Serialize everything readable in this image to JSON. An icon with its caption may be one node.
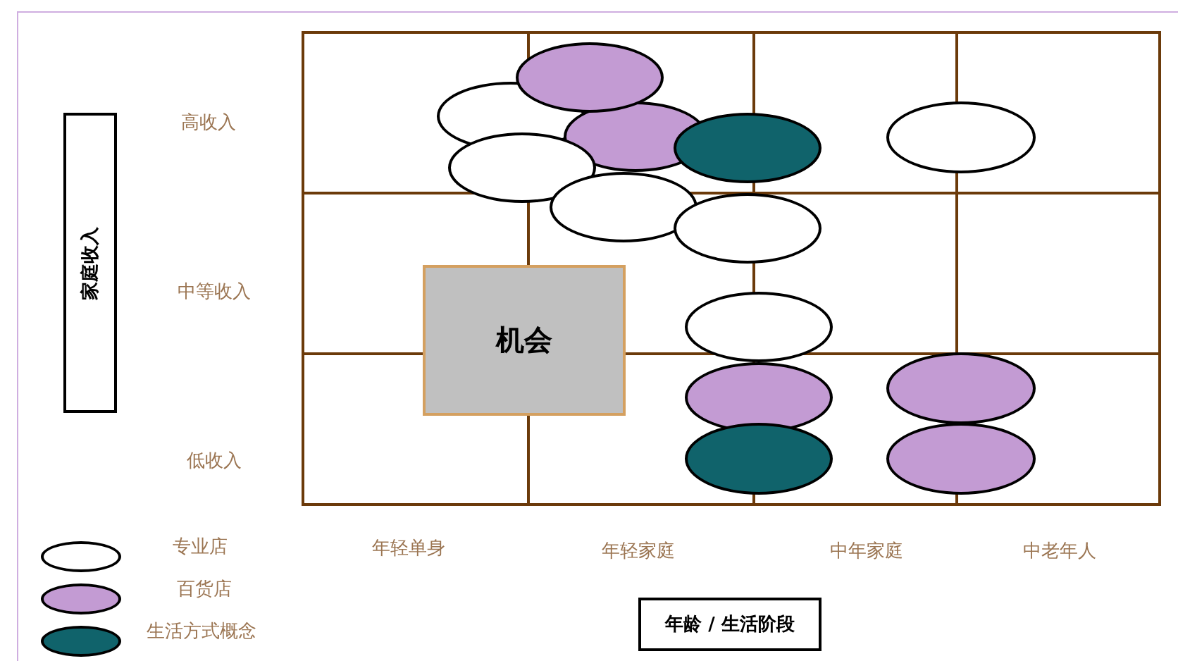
{
  "diagram": {
    "nodes": [
      {
        "text": [
          "家庭收入"
        ]
      },
      {
        "text": [
          "年龄 / 生活阶段"
        ]
      },
      {
        "text": [
          "机会"
        ]
      },
      {
        "text": [],
        "shape": "ellipse"
      },
      {
        "text": [],
        "shape": "ellipse"
      },
      {
        "text": [],
        "shape": "ellipse"
      },
      {
        "text": [],
        "shape": "ellipse"
      },
      {
        "text": [],
        "shape": "ellipse"
      },
      {
        "text": [],
        "shape": "ellipse"
      },
      {
        "text": [],
        "shape": "ellipse"
      },
      {
        "text": [],
        "shape": "ellipse"
      },
      {
        "text": [],
        "shape": "ellipse"
      },
      {
        "text": [],
        "shape": "ellipse"
      },
      {
        "text": [],
        "shape": "ellipse"
      },
      {
        "text": [],
        "shape": "ellipse"
      },
      {
        "text": [],
        "shape": "ellipse"
      }
    ],
    "edges": [],
    "labels": [
      "高收入",
      "中等收入",
      "低收入",
      "年轻单身",
      "年轻家庭",
      "中年家庭",
      "中老年人"
    ],
    "legend": [
      {
        "text": "专业店",
        "color": "#ffffff"
      },
      {
        "text": "百货店",
        "color": "#c39bd3"
      },
      {
        "text": "生活方式概念",
        "color": "#10636b"
      }
    ]
  }
}
